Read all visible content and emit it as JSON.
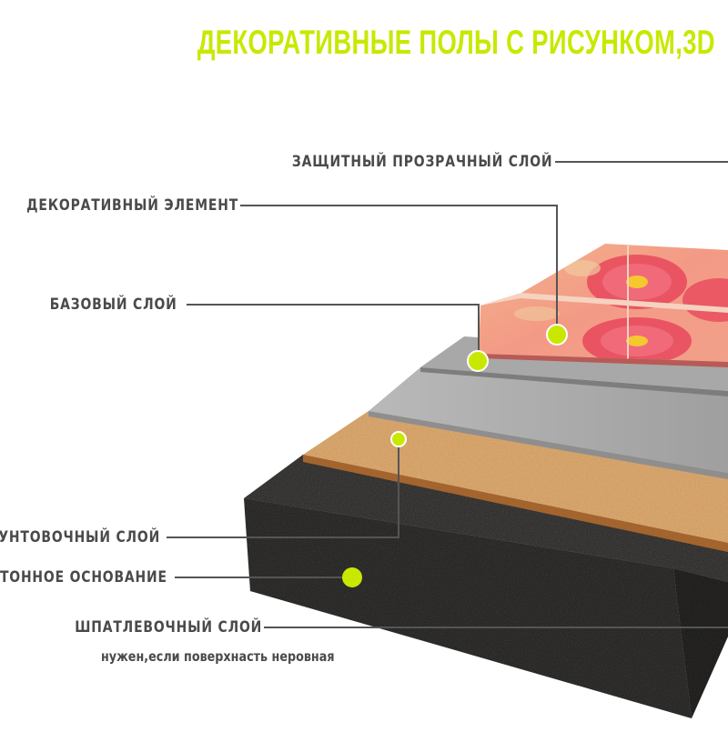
{
  "title": "ДЕКОРАТИВНЫЕ  ПОЛЫ С РИСУНКОМ,3D",
  "accent_color": "#c8e800",
  "line_color": "#555555",
  "layers": {
    "protective": "ЗАЩИТНЫЙ  ПРОЗРАЧНЫЙ  СЛОЙ",
    "decorative": "ДЕКОРАТИВНЫЙ  ЭЛЕМЕНТ",
    "base": "БАЗОВЫЙ СЛОЙ",
    "primer": "ГРУНТОВОЧНЫЙ  СЛОЙ",
    "concrete": "БЕТОННОЕ  ОСНОВАНИЕ",
    "putty": "ШПАТЛЕВОЧНЫЙ  СЛОЙ",
    "putty_note": "нужен,если поверхнасть неровная"
  }
}
